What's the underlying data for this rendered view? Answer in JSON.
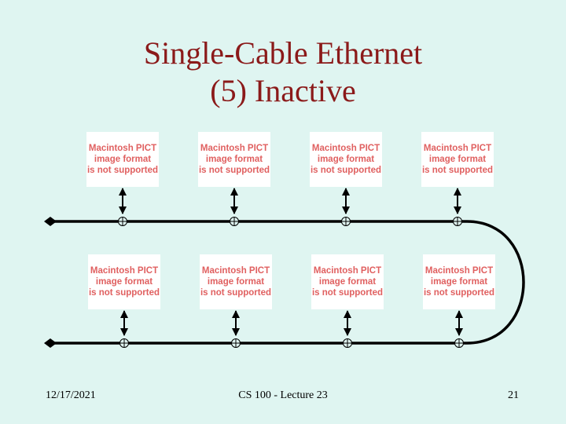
{
  "slide": {
    "title_line1": "Single-Cable Ethernet",
    "title_line2": "(5) Inactive"
  },
  "placeholder": {
    "line1": "Macintosh PICT",
    "line2": "image format",
    "line3": "is not supported"
  },
  "footer": {
    "date": "12/17/2021",
    "course": "CS 100 - Lecture 23",
    "page": "21"
  }
}
